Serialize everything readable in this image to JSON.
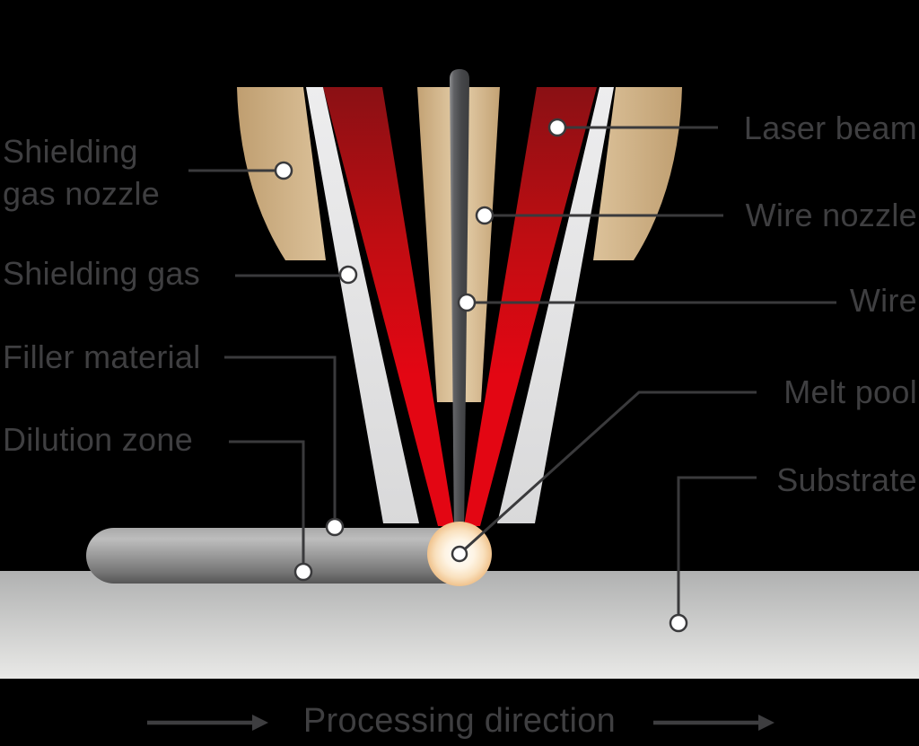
{
  "labels": {
    "shielding_gas_nozzle_line1": "Shielding",
    "shielding_gas_nozzle_line2": "gas nozzle",
    "shielding_gas": "Shielding gas",
    "filler_material": "Filler material",
    "dilution_zone": "Dilution zone",
    "laser_beam": "Laser beam",
    "wire_nozzle": "Wire nozzle",
    "wire": "Wire",
    "melt_pool": "Melt pool",
    "substrate": "Substrate",
    "processing_direction": "Processing direction"
  },
  "colors": {
    "background": "#000000",
    "label_text": "#3f3f41",
    "leader_line": "#3a3a3c",
    "callout_dot_fill": "#ffffff",
    "laser_red_bright": "#e30613",
    "laser_red_dark": "#8a1014",
    "nozzle_tan_dark": "#bf9e70",
    "nozzle_tan_light": "#e0c8a2",
    "shielding_gas_gray": "#ececec",
    "wire_dark_gray": "#46474a",
    "track_gray": "#9a9a9a",
    "substrate_gray_top": "#b0b1b1",
    "substrate_gray_bottom": "#e9e9e7",
    "melt_pool_center": "#ffffff",
    "melt_pool_edge": "#f0c28c"
  }
}
